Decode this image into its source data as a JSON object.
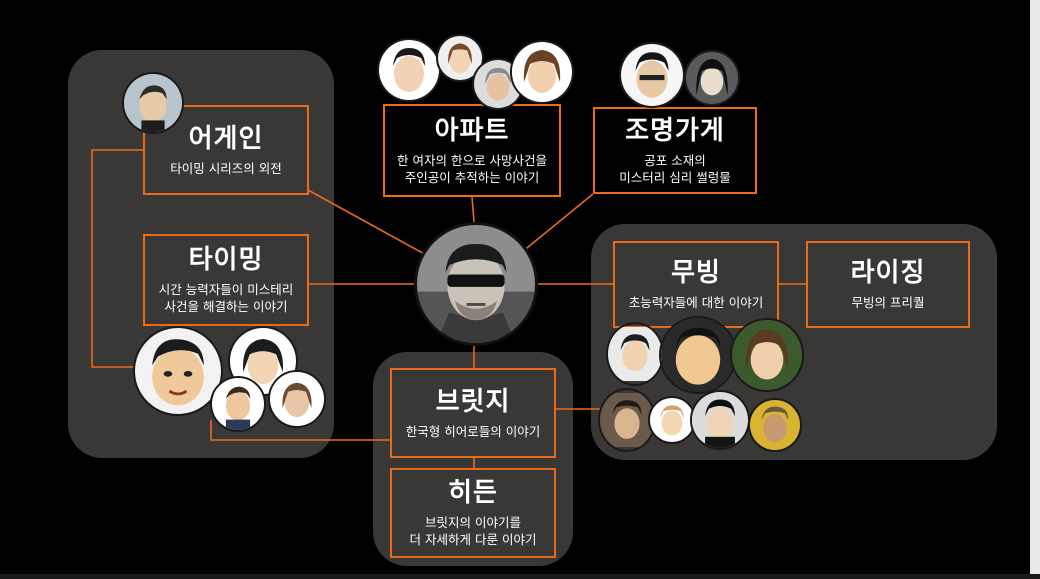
{
  "nodes": {
    "again": {
      "title": "어게인",
      "desc": "타이밍 시리즈의 외전"
    },
    "timing": {
      "title": "타이밍",
      "desc": "시간 능력자들이 미스테리\n사건을 해결하는 이야기"
    },
    "apartment": {
      "title": "아파트",
      "desc": "한 여자의 한으로 사망사건을\n주인공이 추적하는 이야기"
    },
    "lightshop": {
      "title": "조명가게",
      "desc": "공포 소재의\n미스터리 심리 썰렁물"
    },
    "moving": {
      "title": "무빙",
      "desc": "초능력자들에 대한 이야기"
    },
    "rising": {
      "title": "라이징",
      "desc": "무빙의 프리퀄"
    },
    "bridge": {
      "title": "브릿지",
      "desc": "한국형 히어로들의 이야기"
    },
    "hidden": {
      "title": "히든",
      "desc": "브릿지의 이야기를\n더 자세하게 다룬 이야기"
    }
  },
  "colors": {
    "background": "#000000",
    "panel": "#3a3836",
    "accent_line": "#ea6a1c",
    "text": "#ffffff"
  },
  "icons": {
    "hub": "sunglasses-man-portrait",
    "avatars": "character-portrait"
  }
}
